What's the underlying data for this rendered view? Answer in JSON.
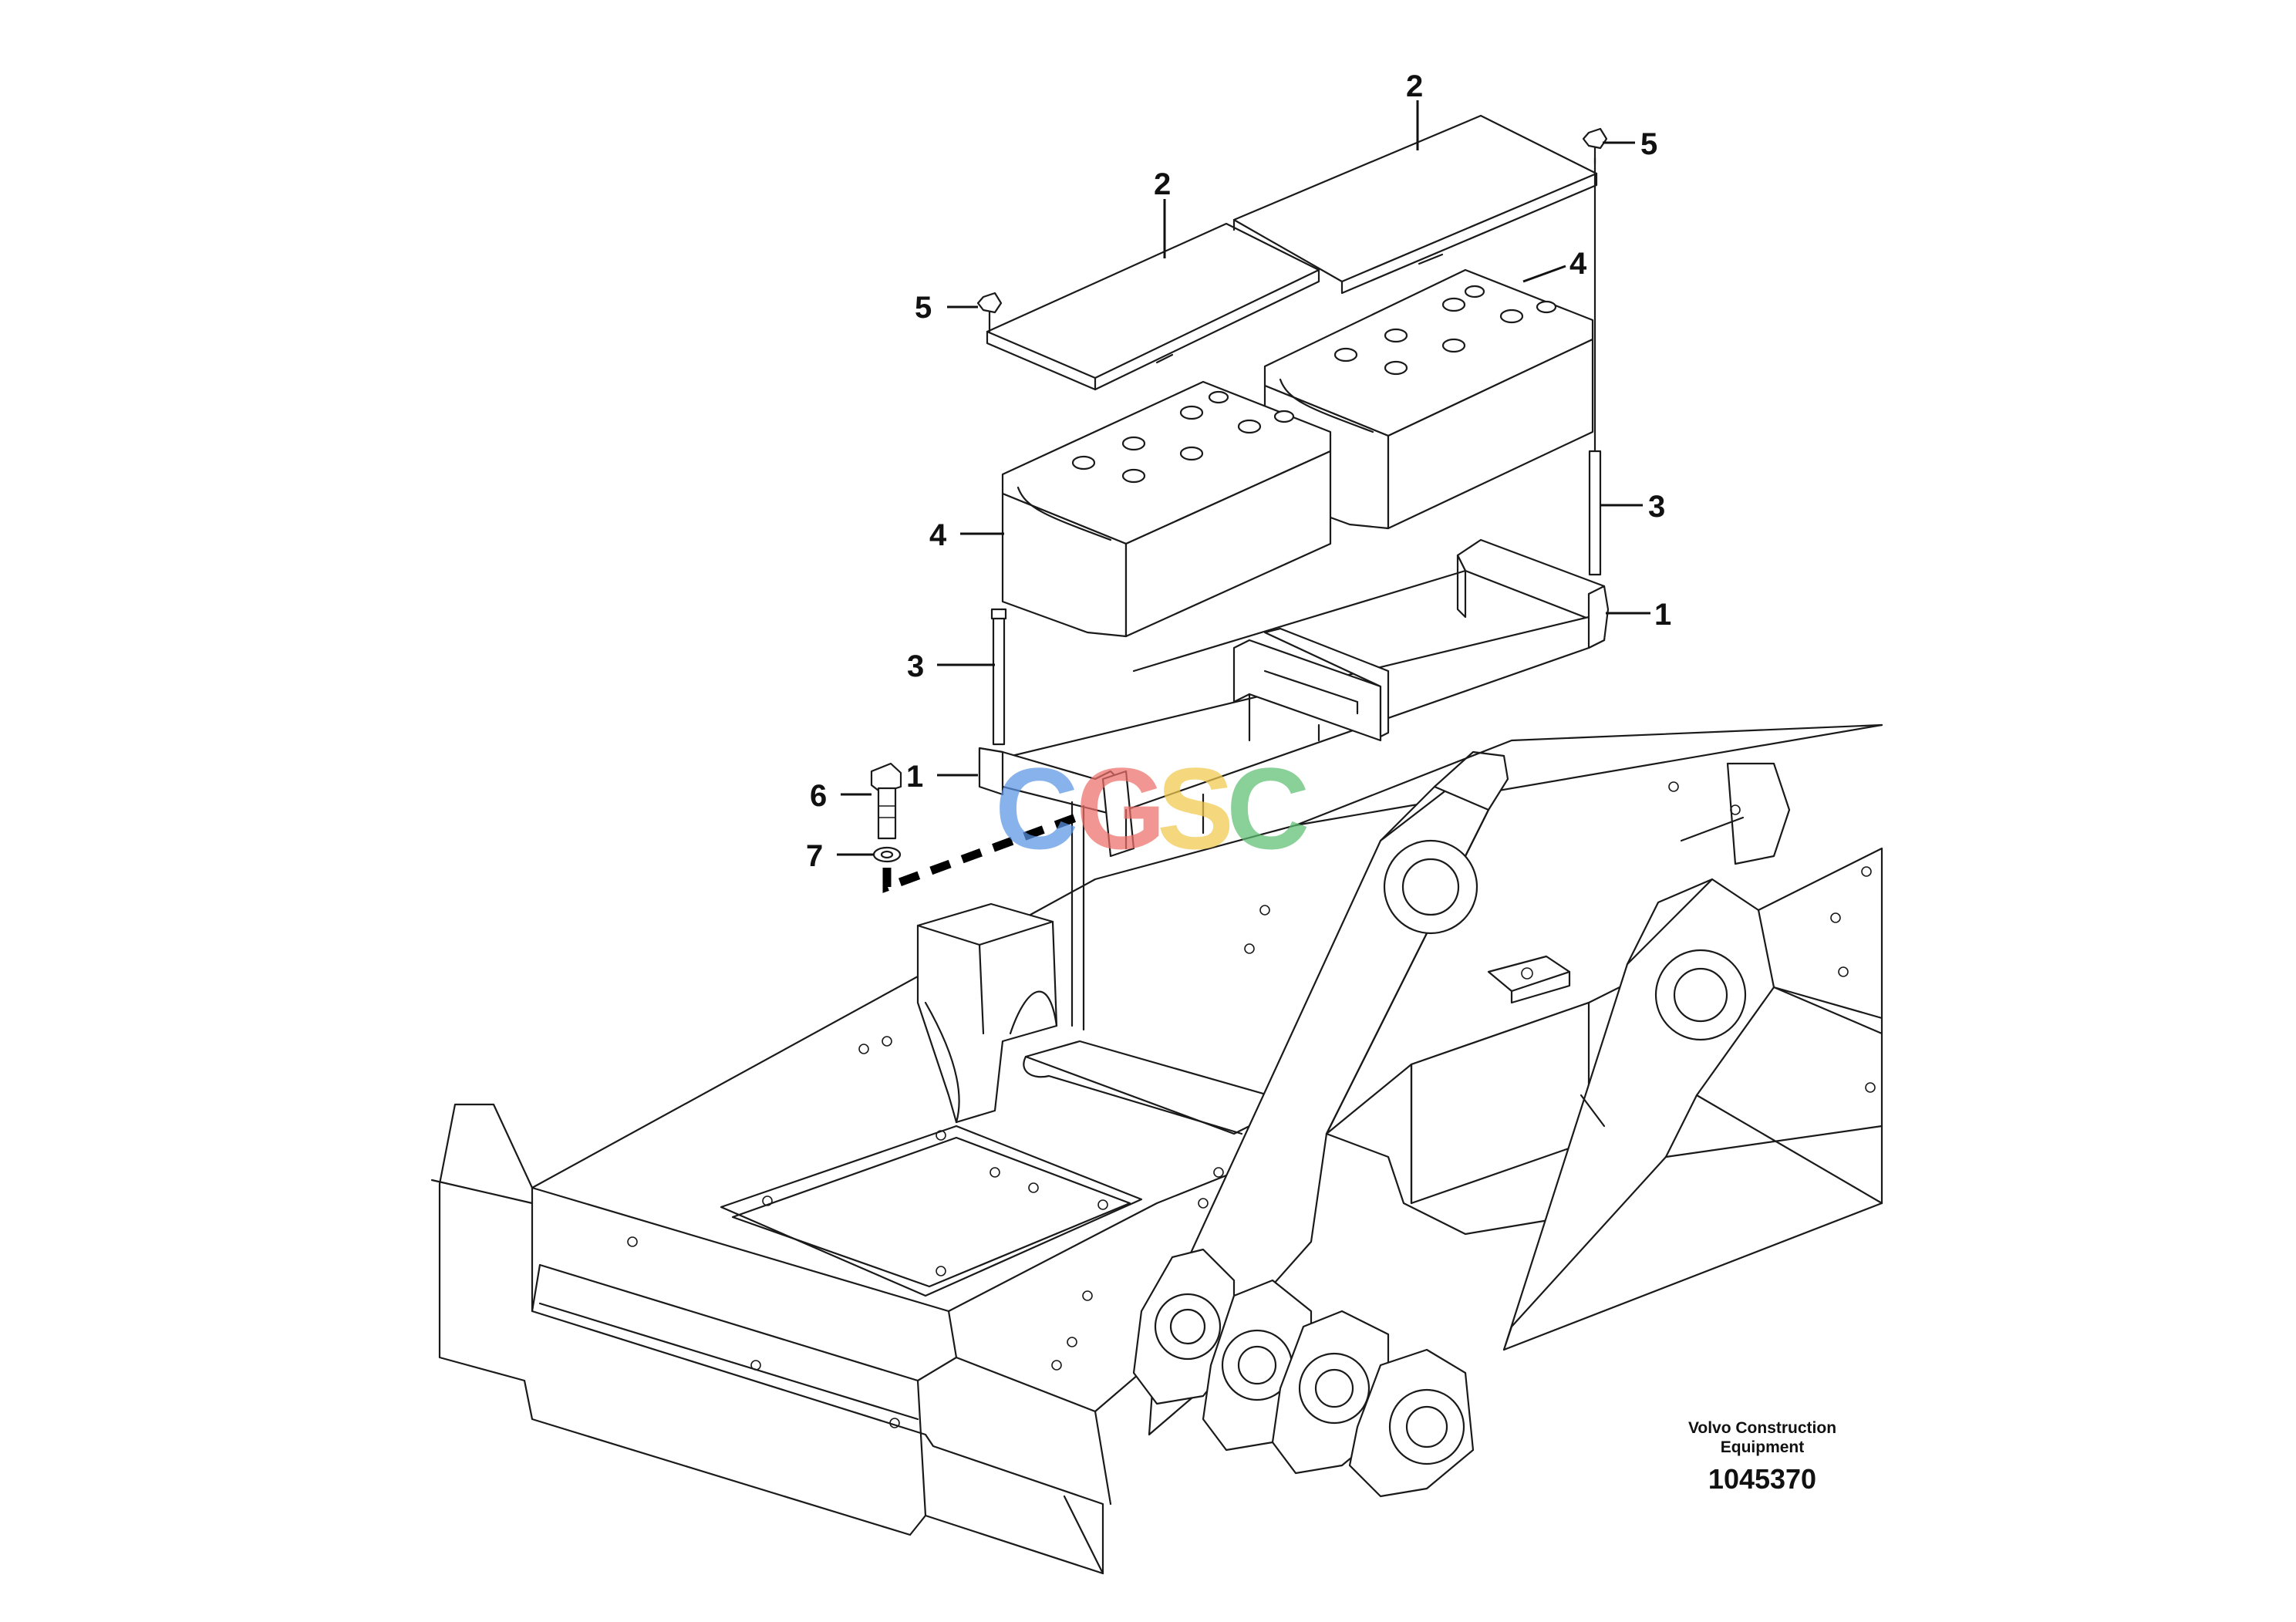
{
  "callouts": [
    {
      "id": "c2a",
      "number": "2"
    },
    {
      "id": "c2b",
      "number": "2"
    },
    {
      "id": "c5a",
      "number": "5"
    },
    {
      "id": "c5b",
      "number": "5"
    },
    {
      "id": "c4a",
      "number": "4"
    },
    {
      "id": "c4b",
      "number": "4"
    },
    {
      "id": "c3a",
      "number": "3"
    },
    {
      "id": "c3b",
      "number": "3"
    },
    {
      "id": "c1a",
      "number": "1"
    },
    {
      "id": "c1b",
      "number": "1"
    },
    {
      "id": "c6",
      "number": "6"
    },
    {
      "id": "c7",
      "number": "7"
    }
  ],
  "watermark": {
    "letters": [
      {
        "char": "C",
        "color": "#5b95e6"
      },
      {
        "char": "G",
        "color": "#ee6f6a"
      },
      {
        "char": "S",
        "color": "#f2c94c"
      },
      {
        "char": "C",
        "color": "#5dbf72"
      }
    ]
  },
  "credit": {
    "line1": "Volvo Construction",
    "line2": "Equipment",
    "number": "1045370"
  }
}
